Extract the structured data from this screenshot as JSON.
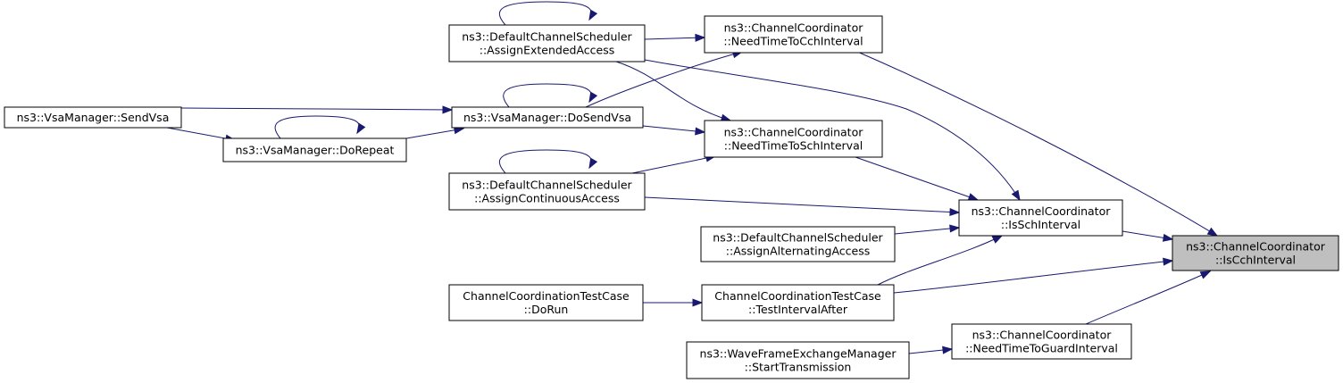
{
  "graph": {
    "nodes": [
      {
        "id": "iscch",
        "lines": [
          "ns3::ChannelCoordinator",
          "::IsCchInterval"
        ],
        "focus": true
      },
      {
        "id": "issch",
        "lines": [
          "ns3::ChannelCoordinator",
          "::IsSchInterval"
        ]
      },
      {
        "id": "needcch",
        "lines": [
          "ns3::ChannelCoordinator",
          "::NeedTimeToCchInterval"
        ]
      },
      {
        "id": "needsch",
        "lines": [
          "ns3::ChannelCoordinator",
          "::NeedTimeToSchInterval"
        ]
      },
      {
        "id": "needguard",
        "lines": [
          "ns3::ChannelCoordinator",
          "::NeedTimeToGuardInterval"
        ]
      },
      {
        "id": "assignext",
        "lines": [
          "ns3::DefaultChannelScheduler",
          "::AssignExtendedAccess"
        ]
      },
      {
        "id": "assigncont",
        "lines": [
          "ns3::DefaultChannelScheduler",
          "::AssignContinuousAccess"
        ]
      },
      {
        "id": "assignalt",
        "lines": [
          "ns3::DefaultChannelScheduler",
          "::AssignAlternatingAccess"
        ]
      },
      {
        "id": "dosendvsa",
        "lines": [
          "ns3::VsaManager::DoSendVsa"
        ]
      },
      {
        "id": "sendvsa",
        "lines": [
          "ns3::VsaManager::SendVsa"
        ]
      },
      {
        "id": "dorepeat",
        "lines": [
          "ns3::VsaManager::DoRepeat"
        ]
      },
      {
        "id": "testafter",
        "lines": [
          "ChannelCoordinationTestCase",
          "::TestIntervalAfter"
        ]
      },
      {
        "id": "dorun",
        "lines": [
          "ChannelCoordinationTestCase",
          "::DoRun"
        ]
      },
      {
        "id": "starttx",
        "lines": [
          "ns3::WaveFrameExchangeManager",
          "::StartTransmission"
        ]
      }
    ],
    "edges": [
      {
        "from": "issch",
        "to": "iscch"
      },
      {
        "from": "needcch",
        "to": "iscch"
      },
      {
        "from": "testafter",
        "to": "iscch"
      },
      {
        "from": "needguard",
        "to": "iscch"
      },
      {
        "from": "assignext",
        "to": "issch"
      },
      {
        "from": "needsch",
        "to": "issch"
      },
      {
        "from": "assigncont",
        "to": "issch"
      },
      {
        "from": "assignalt",
        "to": "issch"
      },
      {
        "from": "testafter",
        "to": "issch"
      },
      {
        "from": "assignext",
        "to": "needcch"
      },
      {
        "from": "dosendvsa",
        "to": "needcch"
      },
      {
        "from": "assignext",
        "to": "needsch"
      },
      {
        "from": "dosendvsa",
        "to": "needsch"
      },
      {
        "from": "assigncont",
        "to": "needsch"
      },
      {
        "from": "assignext",
        "to": "assignext"
      },
      {
        "from": "dosendvsa",
        "to": "dosendvsa"
      },
      {
        "from": "assigncont",
        "to": "assigncont"
      },
      {
        "from": "dorepeat",
        "to": "dorepeat"
      },
      {
        "from": "sendvsa",
        "to": "dosendvsa"
      },
      {
        "from": "dorepeat",
        "to": "dosendvsa"
      },
      {
        "from": "sendvsa",
        "to": "dorepeat"
      },
      {
        "from": "dorun",
        "to": "testafter"
      },
      {
        "from": "starttx",
        "to": "needguard"
      }
    ]
  }
}
